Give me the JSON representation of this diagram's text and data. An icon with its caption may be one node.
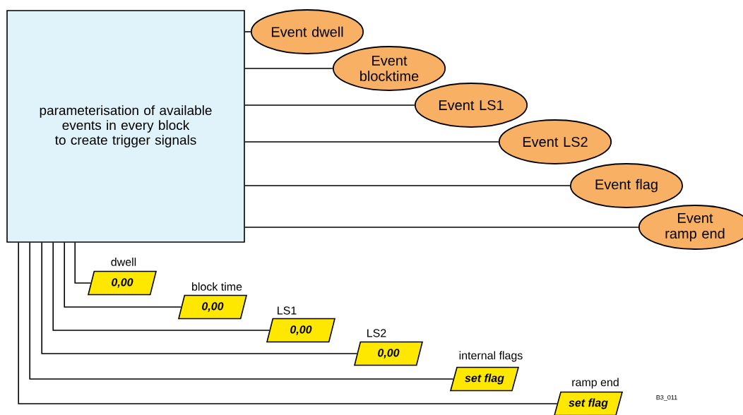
{
  "diagram": {
    "nodes": [
      {
        "text": [
          "parameterisation of available events in every block to create trigger signals"
        ]
      },
      {
        "text": [
          "Event dwell"
        ]
      },
      {
        "text": [
          "Event blocktime"
        ]
      },
      {
        "text": [
          "Event LS1"
        ]
      },
      {
        "text": [
          "Event LS2"
        ]
      },
      {
        "text": [
          "Event flag"
        ]
      },
      {
        "text": [
          "Event ramp end"
        ]
      },
      {
        "text": [
          "dwell",
          "0,00"
        ]
      },
      {
        "text": [
          "block time",
          "0,00"
        ]
      },
      {
        "text": [
          "LS1",
          "0,00"
        ]
      },
      {
        "text": [
          "LS2",
          "0,00"
        ]
      },
      {
        "text": [
          "internal flags",
          "set flag"
        ]
      },
      {
        "text": [
          "ramp end",
          "set flag"
        ]
      }
    ],
    "edges": [
      {
        "from": 0,
        "to": 1,
        "arrow": "none"
      },
      {
        "from": 0,
        "to": 2,
        "arrow": "none"
      },
      {
        "from": 0,
        "to": 3,
        "arrow": "none"
      },
      {
        "from": 0,
        "to": 4,
        "arrow": "none"
      },
      {
        "from": 0,
        "to": 5,
        "arrow": "none"
      },
      {
        "from": 0,
        "to": 6,
        "arrow": "none"
      },
      {
        "from": 0,
        "to": 7,
        "arrow": "none"
      },
      {
        "from": 0,
        "to": 8,
        "arrow": "none"
      },
      {
        "from": 0,
        "to": 9,
        "arrow": "none"
      },
      {
        "from": 0,
        "to": 10,
        "arrow": "none"
      },
      {
        "from": 0,
        "to": 11,
        "arrow": "none"
      },
      {
        "from": 0,
        "to": 12,
        "arrow": "none"
      }
    ],
    "labels": [
      "B3_011"
    ]
  }
}
